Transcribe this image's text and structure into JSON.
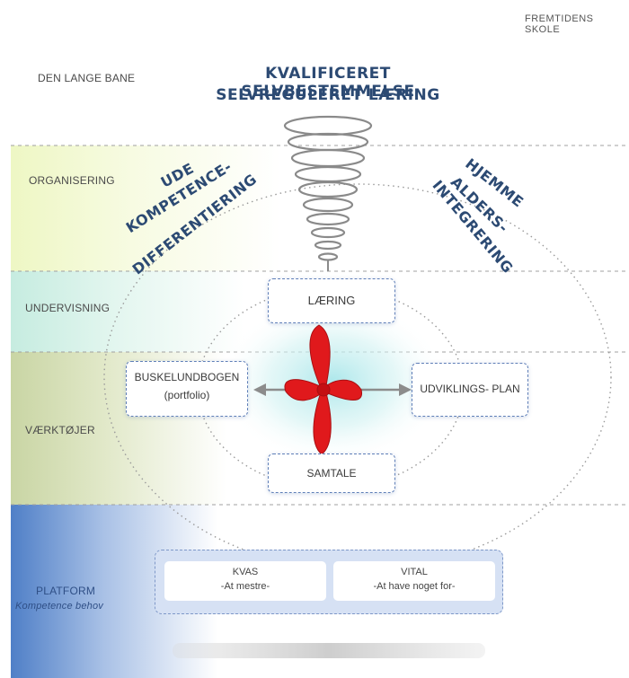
{
  "header": {
    "school_label": "FREMTIDENS  SKOLE"
  },
  "rows": {
    "den_lange_bane": "DEN LANGE BANE",
    "organisering": "ORGANISERING",
    "undervisning": "UNDERVISNING",
    "vaerktojer": "VÆRKTØJER",
    "platform": "PLATFORM",
    "platform_sub": "Kompetence behov"
  },
  "goal": {
    "line1": "KVALIFICERET SELVBESTEMMELSE",
    "line2": "SELVREGULERET LÆRING"
  },
  "organisation": {
    "left": [
      "UDE",
      "KOMPETENCE-",
      "DIFFERENTIERING"
    ],
    "right": [
      "HJEMME",
      "ALDERS-",
      "INTEGRERING"
    ]
  },
  "cycle": {
    "top": "LÆRING",
    "left_line1": "BUSKELUNDBOGEN",
    "left_line2": "(portfolio)",
    "right": "UDVIKLINGS- PLAN",
    "bottom": "SAMTALE"
  },
  "platform": {
    "card1": {
      "title": "KVAS",
      "subtitle": "-At mestre-"
    },
    "card2": {
      "title": "VITAL",
      "subtitle": "-At have noget for-"
    }
  },
  "colors": {
    "title_blue": "#2c4a73",
    "ribbon_red": "#e0191c",
    "box_border": "#5f7fb8",
    "band_organisering": "#eef7c4",
    "band_undervisning": "#c6ece0",
    "band_vaerktojer": "#c9d5a4",
    "band_platform": "#4f7fc7"
  },
  "icons": [
    "spiral-icon",
    "ribbon-cross-icon",
    "double-arrow-icon"
  ]
}
